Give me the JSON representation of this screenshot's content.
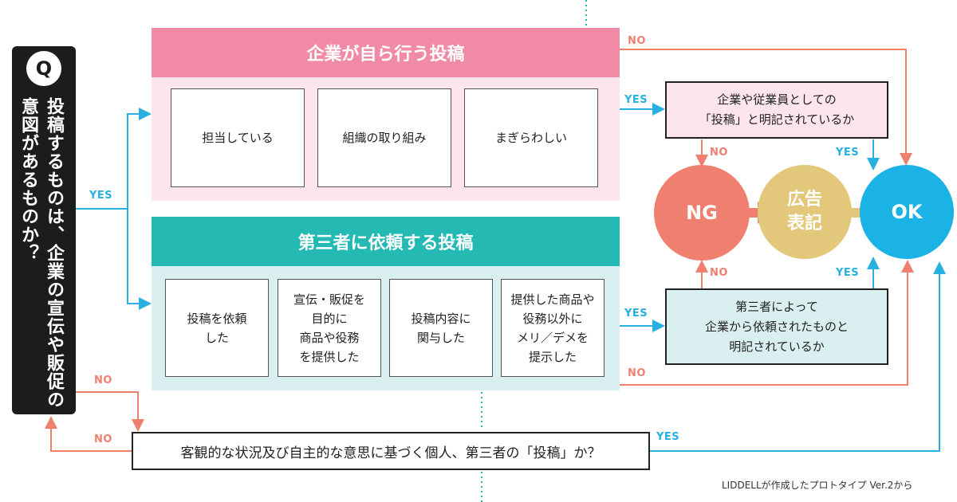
{
  "question": {
    "badge": "Q",
    "text": "投稿するものは、企業の宣伝や販促の意図があるものか？"
  },
  "company_group": {
    "title": "企業が自ら行う投稿",
    "items": [
      "担当している",
      "組織の取り組み",
      "まぎらわしい"
    ]
  },
  "third_party_group": {
    "title": "第三者に依頼する投稿",
    "items": [
      "投稿を依頼\nした",
      "宣伝・販促を\n目的に\n商品や役務\nを提供した",
      "投稿内容に\n関与した",
      "提供した商品や\n役務以外に\nメリ／デメを\n提示した"
    ]
  },
  "checks": {
    "company": "企業や従業員としての\n「投稿」と明記されているか",
    "third_party": "第三者によって\n企業から依頼されたものと\n明記されているか"
  },
  "outcomes": {
    "ng": "NG",
    "ad": "広告\n表記",
    "ok": "OK"
  },
  "bottom_question": "客観的な状況及び自主的な意思に基づく個人、第三者の「投稿」か？",
  "labels": {
    "yes": "YES",
    "no": "NO"
  },
  "credit": "LIDDELLが作成したプロトタイプ Ver.2から",
  "colors": {
    "pink": "#f08aa6",
    "pink_light": "#fce6ec",
    "teal": "#24b9b3",
    "teal_light": "#d9eff0",
    "ng": "#ef8070",
    "ad": "#e3c77a",
    "ok": "#1bb2e6",
    "yes_line": "#27b0e0",
    "no_line": "#ef8070"
  }
}
